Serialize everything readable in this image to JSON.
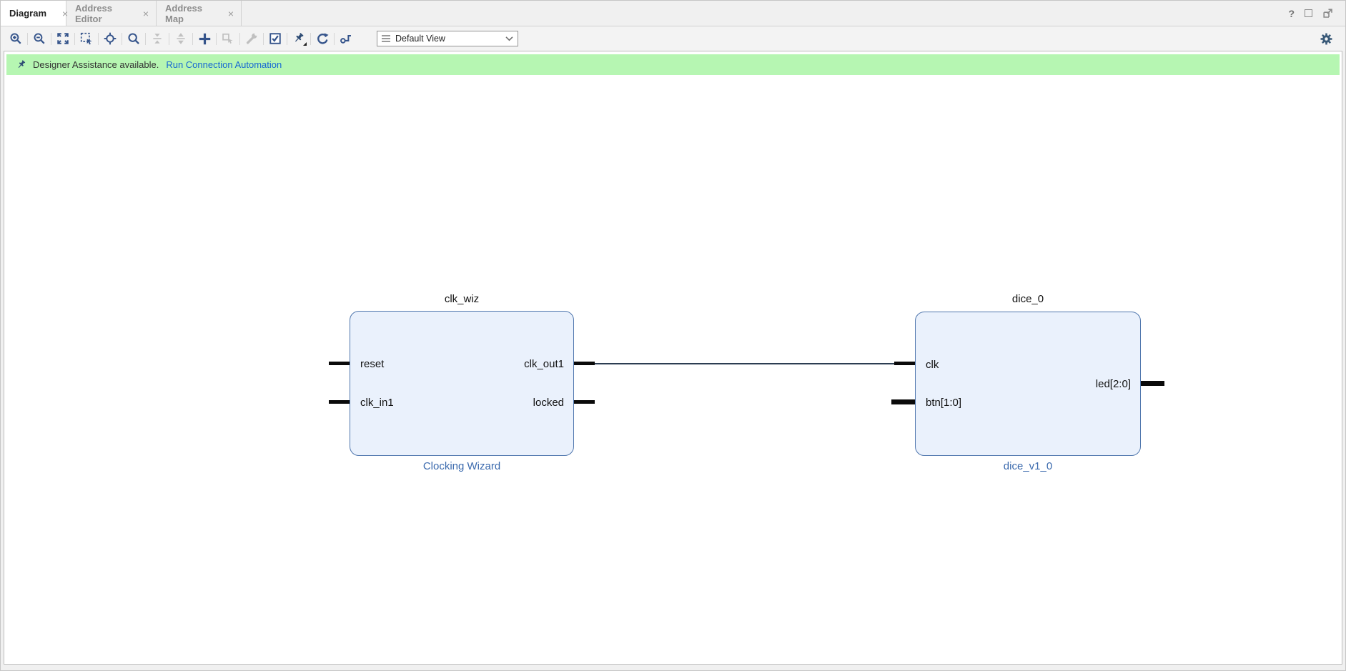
{
  "tabs": [
    {
      "label": "Diagram",
      "active": true
    },
    {
      "label": "Address Editor",
      "active": false
    },
    {
      "label": "Address Map",
      "active": false
    }
  ],
  "ui": {
    "close_glyph": "×",
    "help_glyph": "?"
  },
  "toolbar": {
    "icons": [
      "zoom-in",
      "zoom-out",
      "zoom-fit",
      "zoom-to-selection",
      "autofit-selection",
      "search",
      "collapse-hierarchy",
      "expand-hierarchy",
      "add-ip",
      "make-external",
      "customize-block",
      "validate-design",
      "pin-automation",
      "regenerate-layout",
      "optimize-routing",
      "settings-gear"
    ],
    "disabled_icons": [
      "collapse-hierarchy",
      "expand-hierarchy",
      "make-external",
      "customize-block"
    ],
    "view_selector": {
      "value": "Default View"
    }
  },
  "banner": {
    "message": "Designer Assistance available.",
    "link_label": "Run Connection Automation"
  },
  "diagram": {
    "blocks": [
      {
        "title": "clk_wiz",
        "subtitle": "Clocking Wizard",
        "left_ports": [
          {
            "name": "reset",
            "bus": false
          },
          {
            "name": "clk_in1",
            "bus": false
          }
        ],
        "right_ports": [
          {
            "name": "clk_out1",
            "bus": false
          },
          {
            "name": "locked",
            "bus": false
          }
        ]
      },
      {
        "title": "dice_0",
        "subtitle": "dice_v1_0",
        "left_ports": [
          {
            "name": "clk",
            "bus": false
          },
          {
            "name": "btn[1:0]",
            "bus": true
          }
        ],
        "right_ports": [
          {
            "name": "led[2:0]",
            "bus": true
          }
        ]
      }
    ],
    "connections": [
      {
        "from": "clk_wiz/clk_out1",
        "to": "dice_0/clk"
      }
    ]
  },
  "colors": {
    "banner_bg": "#b6f6b2",
    "link_blue": "#1667d3",
    "block_fill": "#eaf1fc",
    "block_border": "#4f76ad",
    "block_subtitle": "#3a69ad",
    "wire": "#2c3d52",
    "toolbar_icon_blue": "#35548b",
    "disabled_gray": "#bdbdbd"
  }
}
